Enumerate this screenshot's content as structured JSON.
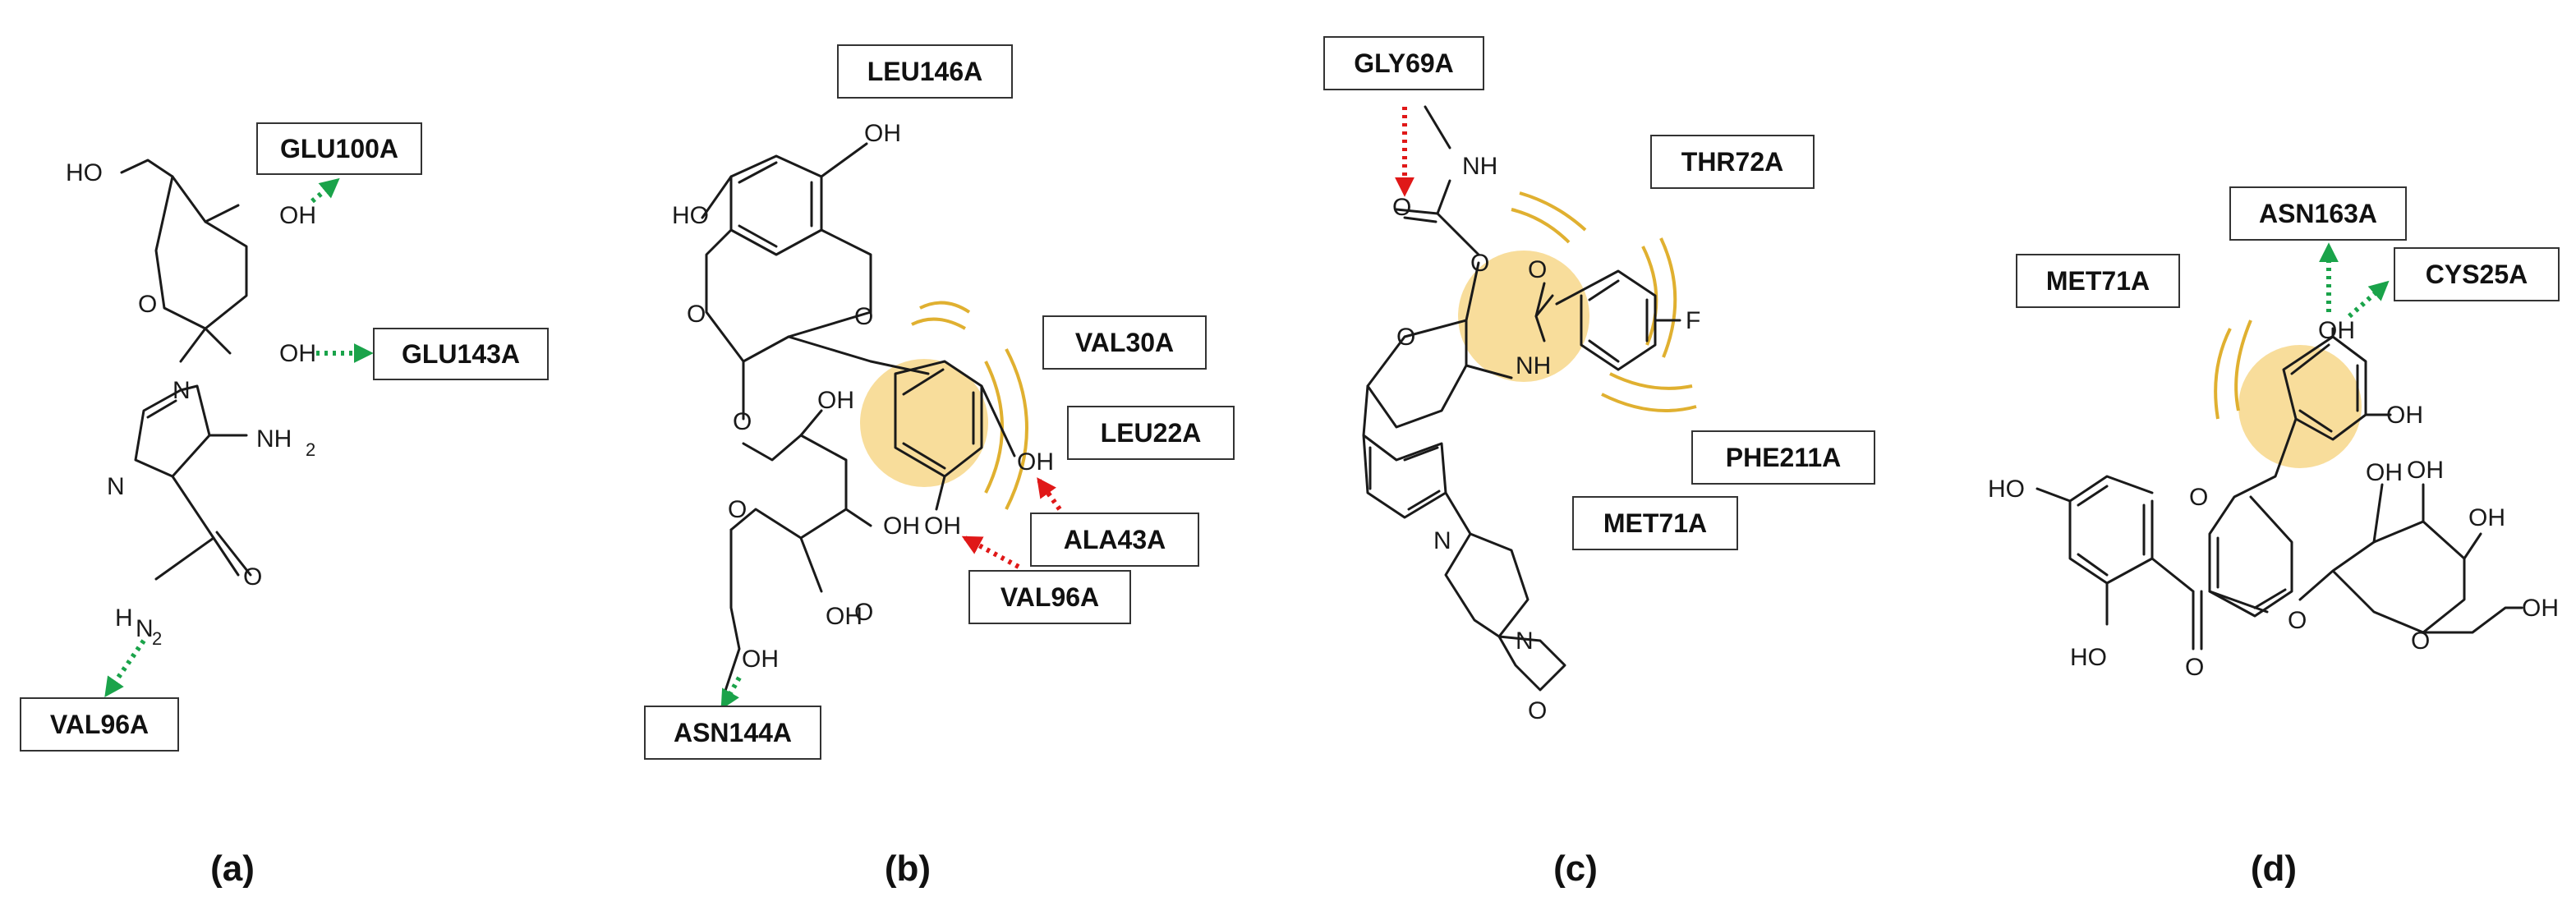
{
  "panels": [
    {
      "label": "(a)",
      "residues": [
        "GLU100A",
        "GLU143A",
        "VAL96A"
      ],
      "atoms": [
        "HO",
        "OH",
        "OH",
        "O",
        "N",
        "N",
        "NH",
        "2",
        "O",
        "H",
        "N",
        "2"
      ]
    },
    {
      "label": "(b)",
      "residues": [
        "LEU146A",
        "VAL30A",
        "LEU22A",
        "ALA43A",
        "VAL96A",
        "ASN144A"
      ],
      "atoms": [
        "OH",
        "HO",
        "O",
        "O",
        "O",
        "O",
        "OH",
        "OH",
        "O",
        "OH",
        "OH",
        "OH",
        "OH"
      ]
    },
    {
      "label": "(c)",
      "residues": [
        "GLY69A",
        "THR72A",
        "PHE211A",
        "MET71A"
      ],
      "atoms": [
        "NH",
        "O",
        "O",
        "O",
        "O",
        "NH",
        "F",
        "N",
        "N",
        "O"
      ]
    },
    {
      "label": "(d)",
      "residues": [
        "ASN163A",
        "MET71A",
        "CYS25A"
      ],
      "atoms": [
        "OH",
        "OH",
        "HO",
        "O",
        "O",
        "O",
        "HO",
        "OH",
        "OH",
        "OH",
        "O",
        "OH"
      ]
    }
  ],
  "colors": {
    "hbond_donor_acceptor": "#1aa34a",
    "hbond_unfavorable": "#e01818",
    "hydrophobic": "#e0b030",
    "hydrophobic_glow": "#f6d27a"
  }
}
